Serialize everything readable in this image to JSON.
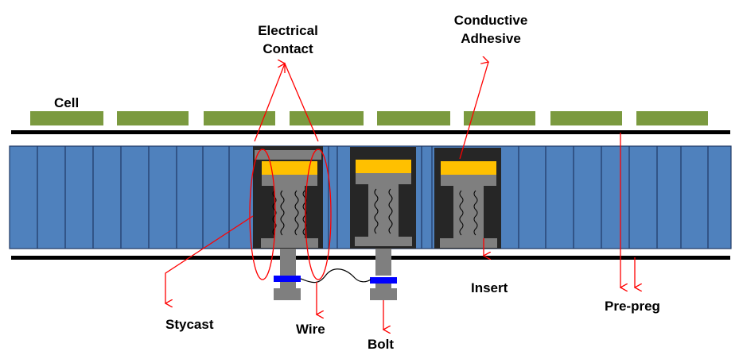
{
  "labels": {
    "electrical_contact": [
      "Electrical",
      "Contact"
    ],
    "conductive_adhesive": [
      "Conductive",
      "Adhesive"
    ],
    "cell": "Cell",
    "stycast": "Stycast",
    "wire": "Wire",
    "bolt": "Bolt",
    "insert": "Insert",
    "prepreg": "Pre-preg"
  },
  "colors": {
    "cell": "#7b9a3f",
    "panel": "#4f81bd",
    "panel_divider": "#1f3864",
    "insert_body": "#262626",
    "insert_gray": "#7f7f7f",
    "adhesive": "#ffc000",
    "bolt_band": "#0000ff",
    "annotation": "#ff0000",
    "rail": "#000000"
  }
}
